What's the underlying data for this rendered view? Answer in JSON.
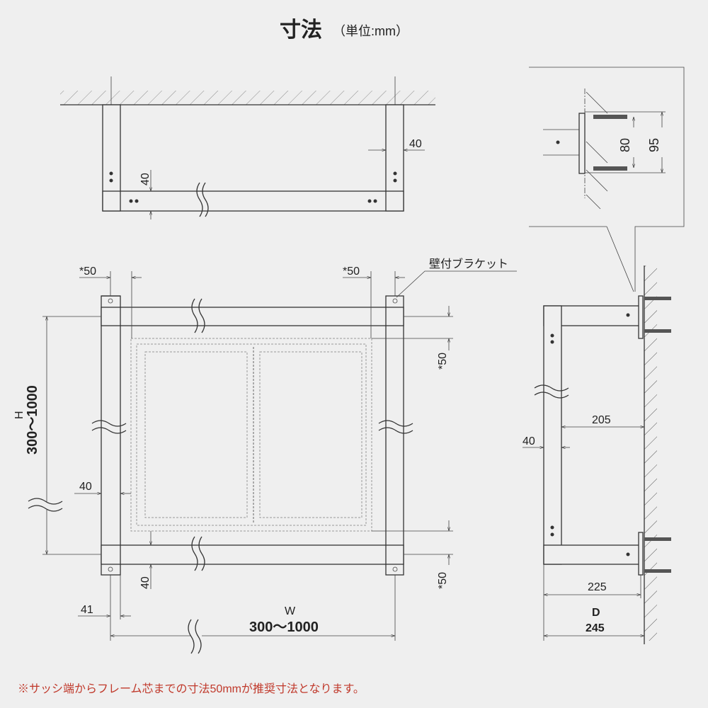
{
  "title": "寸法",
  "unit": "（単位:mm）",
  "top_view": {
    "dim_post_width": "40",
    "dim_bar_height": "40"
  },
  "front_view": {
    "dim_offset_left": "*50",
    "dim_offset_right": "*50",
    "bracket_label": "壁付ブラケット",
    "height_symbol": "H",
    "height_range": "300～1000",
    "dim_top_offset": "*50",
    "dim_bottom_offset": "*50",
    "dim_post_width": "40",
    "dim_bar_height": "40",
    "dim_post_edge": "41",
    "width_symbol": "W",
    "width_range": "300～1000"
  },
  "detail": {
    "dim_screw_pitch": "80",
    "dim_plate_height": "95"
  },
  "side_view": {
    "dim_inner": "205",
    "dim_post": "40",
    "dim_225": "225",
    "depth_symbol": "D",
    "depth_value": "245"
  },
  "footnote": "※サッシ端からフレーム芯までの寸法50mmが推奨寸法となります。"
}
